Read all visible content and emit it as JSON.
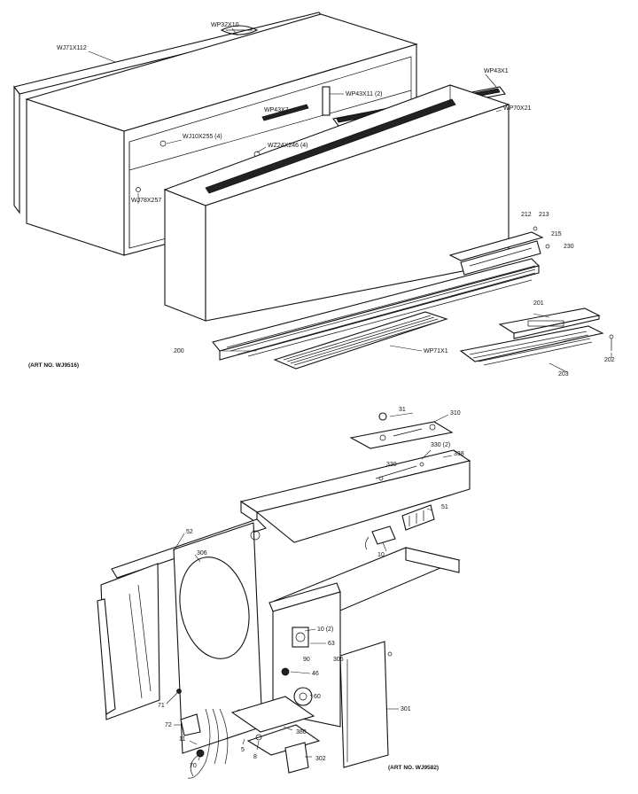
{
  "labels": {
    "wp32x10": "WP32X10",
    "wj71x112": "WJ71X112",
    "wp43x1_top": "WP43X1",
    "wp43x11": "WP43X11 (2)",
    "wp70x21": "WP70X21",
    "wp43x7": "WP43X7",
    "wj10x255": "WJ10X255 (4)",
    "wz24x246": "WZ24X246 (4)",
    "wj78x257": "WJ78X257",
    "n212": "212",
    "n213": "213",
    "n215": "215",
    "n230": "230",
    "n200": "200",
    "wp71x1": "WP71X1",
    "n201": "201",
    "n202": "202",
    "n203": "203",
    "n31": "31",
    "n310": "310",
    "n330_2": "330 (2)",
    "n330": "330",
    "n338": "338",
    "n51": "51",
    "n52": "52",
    "n10_bot": "10",
    "n306": "306",
    "n10_2": "10 (2)",
    "n63": "63",
    "n90": "90",
    "n305": "305",
    "n46": "46",
    "n60": "60",
    "n301": "301",
    "n71": "71",
    "n72": "72",
    "n11": "11",
    "n70": "70",
    "n380": "380",
    "n8": "8",
    "n5": "5",
    "n302": "302",
    "art_top": "(ART NO. WJ9516)",
    "art_bottom": "(ART NO. WJ9582)"
  }
}
